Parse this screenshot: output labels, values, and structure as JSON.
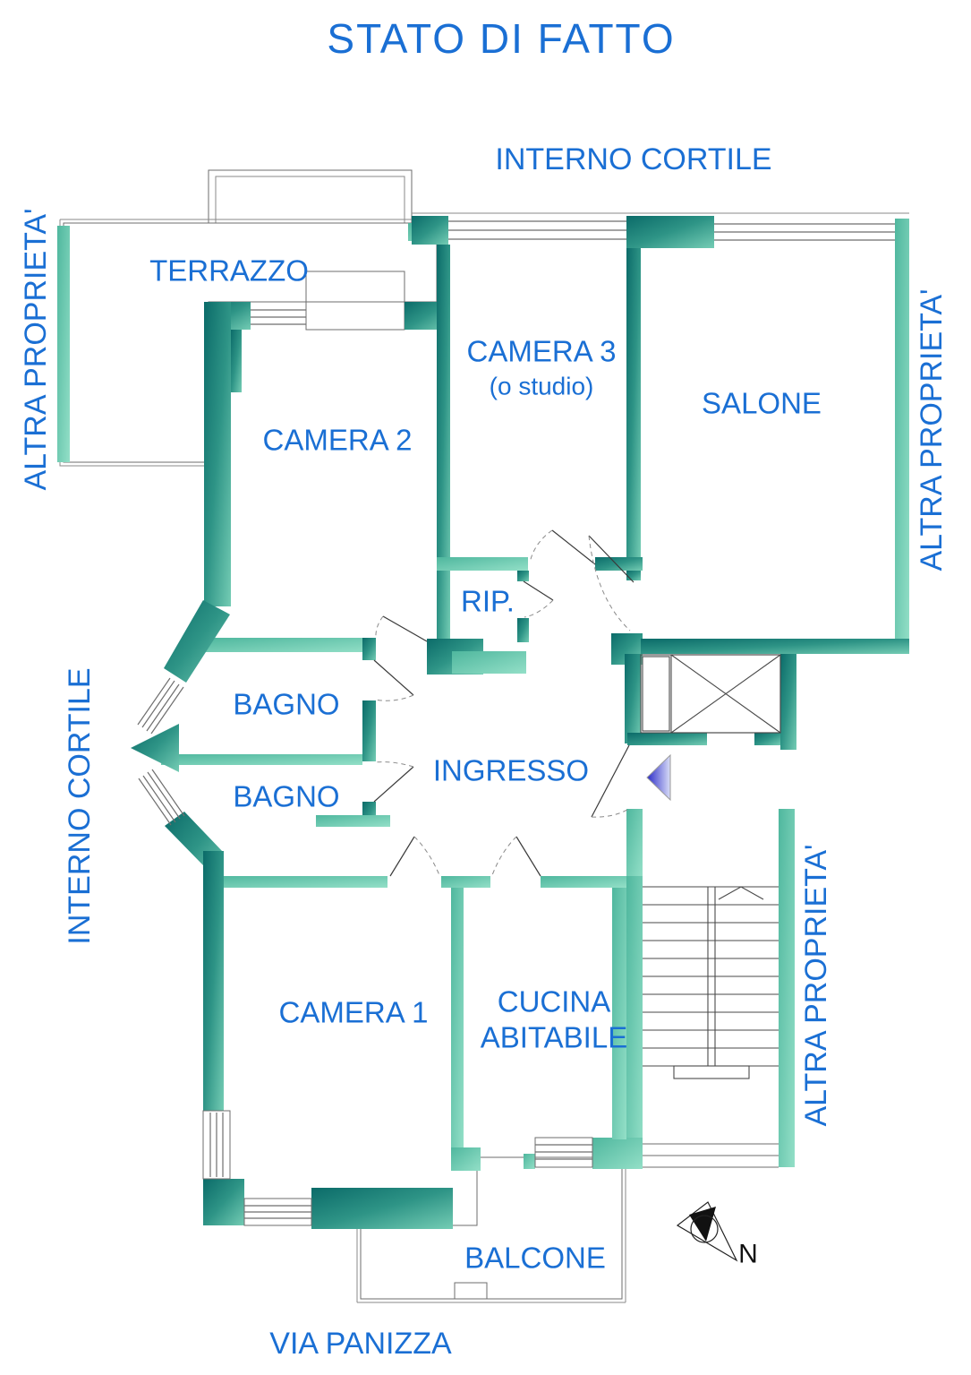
{
  "title": "STATO DI FATTO",
  "surroundings": {
    "top": "INTERNO CORTILE",
    "left_upper": "ALTRA PROPRIETA'",
    "left_lower": "INTERNO CORTILE",
    "right_upper": "ALTRA PROPRIETA'",
    "right_lower": "ALTRA PROPRIETA'",
    "street": "VIA PANIZZA"
  },
  "rooms": {
    "terrazzo": "TERRAZZO",
    "camera2": "CAMERA 2",
    "camera3": "CAMERA 3",
    "camera3_note": "(o studio)",
    "salone": "SALONE",
    "ripostiglio": "RIP.",
    "bagno_top": "BAGNO",
    "bagno_bottom": "BAGNO",
    "ingresso": "INGRESSO",
    "camera1": "CAMERA 1",
    "cucina_line1": "CUCINA",
    "cucina_line2": "ABITABILE",
    "balcone": "BALCONE"
  },
  "compass": {
    "north": "N"
  },
  "colors": {
    "label_blue": "#1a6fd4",
    "wall_dark": "#0b6b69",
    "wall_light": "#8fdcc4",
    "entrance_arrow_blue": "#2b2bc8"
  }
}
